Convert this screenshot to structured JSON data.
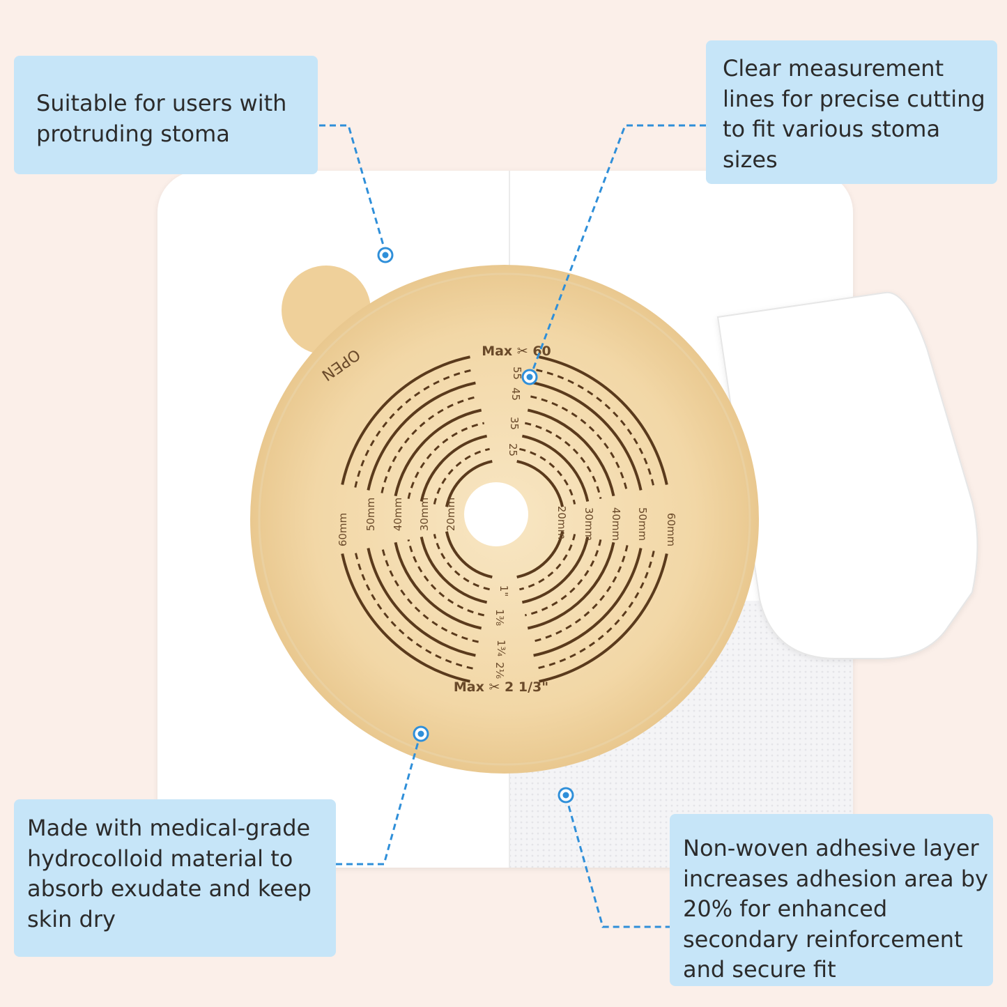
{
  "callouts": {
    "top_left": {
      "lines": [
        "Suitable for users with",
        "protruding stoma"
      ]
    },
    "top_right": {
      "lines": [
        "Clear measurement",
        "lines for precise cutting",
        "to fit various stoma",
        "sizes"
      ]
    },
    "bottom_left": {
      "lines": [
        "Made with medical-grade",
        "hydrocolloid material to",
        "absorb exudate and keep",
        "skin dry"
      ]
    },
    "bottom_right": {
      "lines": [
        "Non-woven adhesive layer",
        "increases adhesion area by",
        "20% for enhanced",
        "secondary reinforcement",
        "and secure fit"
      ]
    }
  },
  "wafer": {
    "tab_label": "OPEN",
    "max_top": "Max ✂ 60",
    "max_bottom": "Max ✂ 2 1/3\"",
    "top_numbers": [
      "55",
      "45",
      "35",
      "25"
    ],
    "left_mm": [
      "60mm",
      "50mm",
      "40mm",
      "30mm",
      "20mm"
    ],
    "right_mm": [
      "20mm",
      "30mm",
      "40mm",
      "50mm",
      "60mm"
    ],
    "bottom_inches": [
      "1\"",
      "1⅜",
      "1¾",
      "2⅙"
    ]
  },
  "colors": {
    "background": "#fbefe9",
    "callout_bg": "#c6e5f8",
    "leader_line": "#2f8fd9",
    "wafer": "#f1d6a2",
    "ring": "#5a3a1c"
  }
}
